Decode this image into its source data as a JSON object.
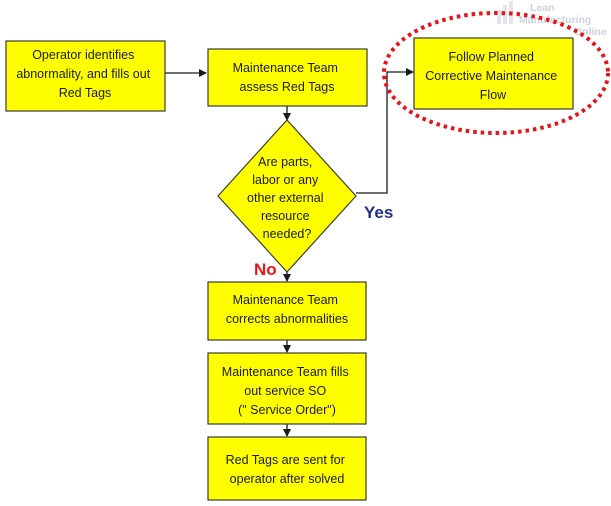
{
  "diagram": {
    "colors": {
      "box_fill": "#ffff00",
      "box_stroke": "#3a3a3a",
      "connector": "#1a1a1a",
      "highlight_dash": "#e8141a",
      "yes": "#1f2f8f",
      "no": "#e8141a",
      "watermark": "#c9d3e0"
    },
    "nodes": {
      "operator": {
        "lines": [
          "Operator identifies",
          "abnormality, and fills out",
          "Red Tags"
        ]
      },
      "assess": {
        "lines": [
          "Maintenance Team",
          "assess Red Tags"
        ]
      },
      "planned": {
        "lines": [
          "Follow Planned",
          "Corrective Maintenance",
          "Flow"
        ]
      },
      "decision": {
        "lines": [
          "Are  parts,",
          "labor or any",
          "other external",
          "resource",
          "needed?"
        ]
      },
      "corrects": {
        "lines": [
          "Maintenance  Team",
          "corrects abnormalities"
        ]
      },
      "service": {
        "lines": [
          "Maintenance Team fills",
          "out service SO",
          "(\" Service Order\")"
        ]
      },
      "sent": {
        "lines": [
          "Red Tags are sent for",
          "operator after solved"
        ]
      }
    },
    "labels": {
      "yes": "Yes",
      "no": "No"
    },
    "watermark": {
      "lines": [
        "Lean",
        "Manufacturing",
        "Online"
      ],
      "icon": "chart-bars-icon"
    }
  }
}
